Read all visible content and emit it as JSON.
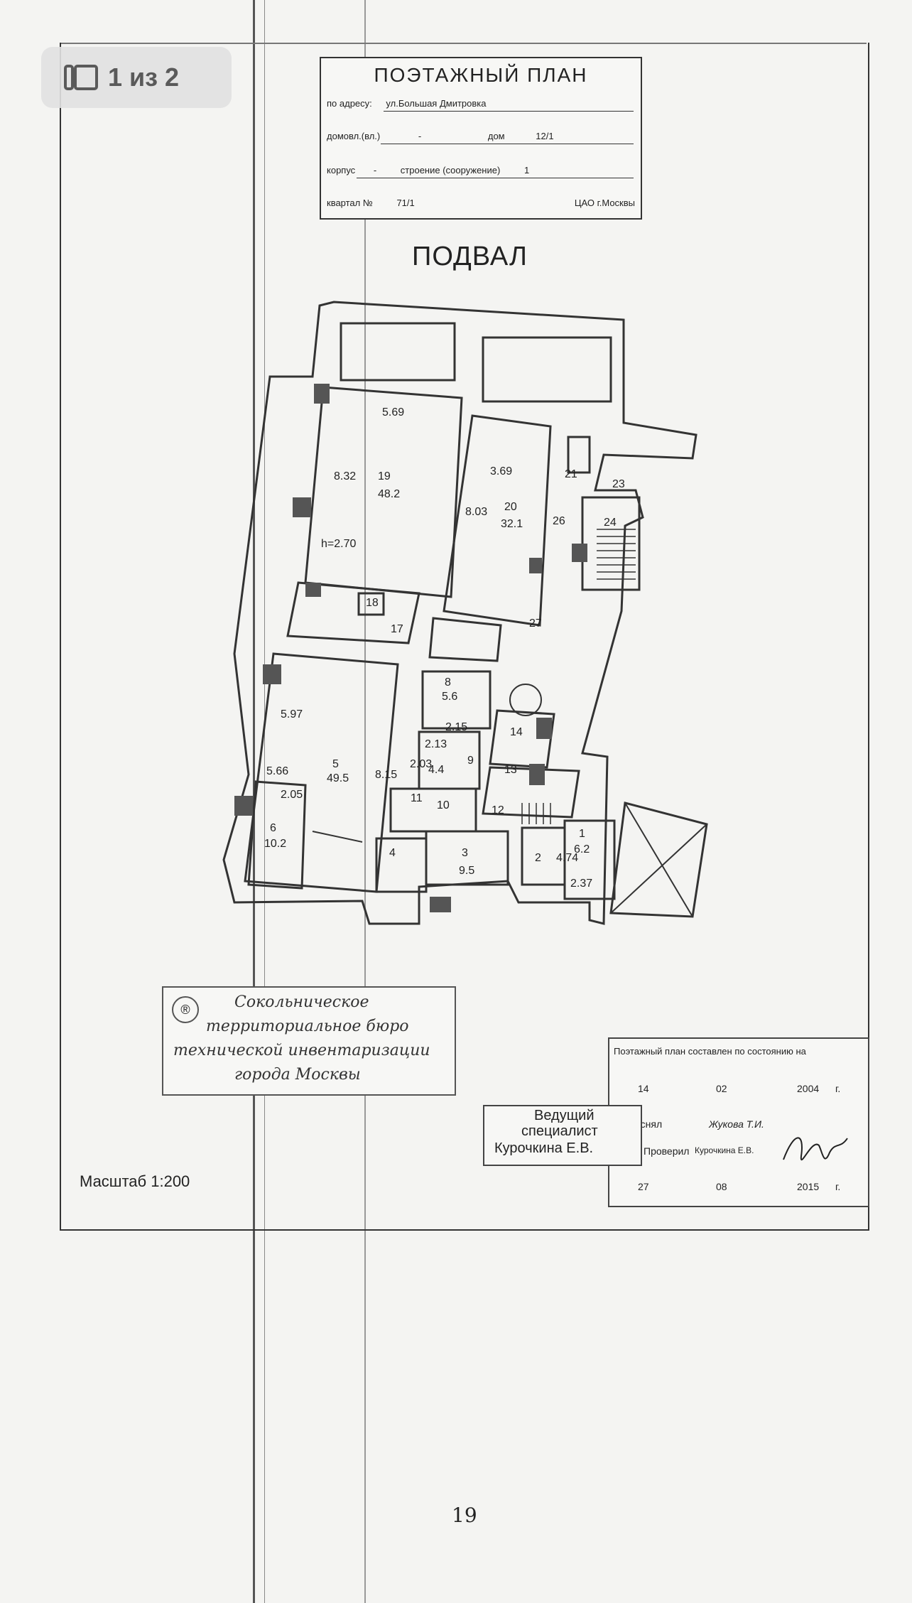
{
  "badge": {
    "icon": "gallery-pages-icon",
    "text": "1 из 2"
  },
  "header": {
    "title": "ПОЭТАЖНЫЙ ПЛАН",
    "address_label": "по адресу:",
    "address_value": "ул.Большая Дмитровка",
    "domovl_label": "домовл.(вл.)",
    "domovl_value": "-",
    "dom_label": "дом",
    "dom_value": "12/1",
    "korpus_label": "корпус",
    "korpus_value": "-",
    "stroenie_label": "строение (сооружение)",
    "stroenie_value": "1",
    "kvartal_label": "квартал №",
    "kvartal_value": "71/1",
    "district": "ЦАО г.Москвы"
  },
  "floor_label": "ПОДВАЛ",
  "rooms": [
    {
      "label": "5.69"
    },
    {
      "label": "19"
    },
    {
      "label": "48.2"
    },
    {
      "label": "8.32"
    },
    {
      "label": "h=2.70"
    },
    {
      "label": "3.69"
    },
    {
      "label": "20"
    },
    {
      "label": "32.1"
    },
    {
      "label": "8.03"
    },
    {
      "label": "21"
    },
    {
      "label": "23"
    },
    {
      "label": "24"
    },
    {
      "label": "26"
    },
    {
      "label": "18"
    },
    {
      "label": "17"
    },
    {
      "label": "27"
    },
    {
      "label": "8"
    },
    {
      "label": "5.6"
    },
    {
      "label": "2.15"
    },
    {
      "label": "14"
    },
    {
      "label": "5.97"
    },
    {
      "label": "5.66"
    },
    {
      "label": "5"
    },
    {
      "label": "49.5"
    },
    {
      "label": "8.15"
    },
    {
      "label": "2.13"
    },
    {
      "label": "4.4"
    },
    {
      "label": "2.03"
    },
    {
      "label": "9"
    },
    {
      "label": "13"
    },
    {
      "label": "2.05"
    },
    {
      "label": "11"
    },
    {
      "label": "10"
    },
    {
      "label": "12"
    },
    {
      "label": "6"
    },
    {
      "label": "10.2"
    },
    {
      "label": "3"
    },
    {
      "label": "9.5"
    },
    {
      "label": "2"
    },
    {
      "label": "1"
    },
    {
      "label": "6.2"
    },
    {
      "label": "4.74"
    },
    {
      "label": "2.37"
    },
    {
      "label": "4"
    }
  ],
  "stamp": {
    "line1": "Сокольническое",
    "line2": "территориальное бюро",
    "line3": "технической инвентаризации",
    "line4": "города Москвы"
  },
  "info_box": {
    "line1": "Поэтажный план составлен по состоянию на",
    "day1": "14",
    "month1": "02",
    "year1": "2004",
    "g1": "г.",
    "surveyed_label": "План снял",
    "surveyed_value": "Жукова Т.И.",
    "checked_label": "Проверил",
    "checked_value": "Курочкина Е.В.",
    "day2": "27",
    "month2": "08",
    "year2": "2015",
    "g2": "г."
  },
  "signature_box": {
    "line1": "Ведущий",
    "line2": "специалист",
    "line3": "Курочкина Е.В."
  },
  "scale": "Масштаб 1:200",
  "page_number": "19",
  "colors": {
    "badge_bg": "#e1e1e1",
    "badge_text": "#5a5a5a",
    "paper": "#f4f4f2",
    "ink": "#222222"
  }
}
